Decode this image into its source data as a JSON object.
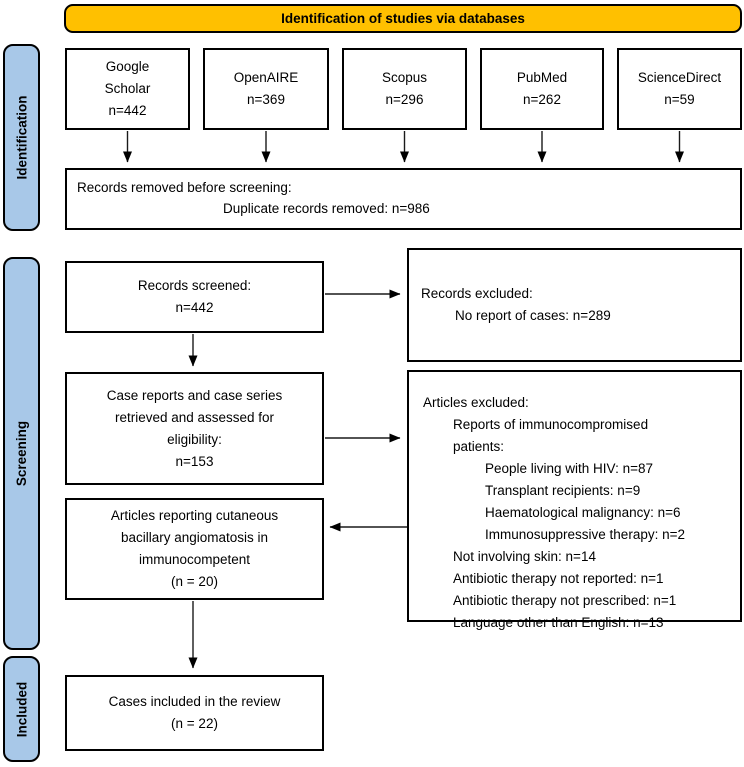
{
  "banner": {
    "label": "Identification of studies via databases"
  },
  "stages": [
    {
      "label": "Identification"
    },
    {
      "label": "Screening"
    },
    {
      "label": "Included"
    }
  ],
  "databases": [
    {
      "lines": [
        "Google",
        "Scholar",
        "n=442"
      ]
    },
    {
      "lines": [
        "OpenAIRE",
        "n=369"
      ]
    },
    {
      "lines": [
        "Scopus",
        "n=296"
      ]
    },
    {
      "lines": [
        "PubMed",
        "n=262"
      ]
    },
    {
      "lines": [
        "ScienceDirect",
        "n=59"
      ]
    }
  ],
  "boxes": {
    "records_removed": {
      "title": "Records removed before screening:",
      "detail": "Duplicate records removed: n=986"
    },
    "records_screened": {
      "lines": [
        "Records screened:",
        "n=442"
      ]
    },
    "records_excluded": {
      "title": "Records excluded:",
      "detail": "No report of cases: n=289"
    },
    "case_reports": {
      "lines": [
        "Case reports and case series",
        "retrieved and assessed for",
        "eligibility:",
        "n=153"
      ]
    },
    "articles_excluded": {
      "title": "Articles excluded:",
      "items": [
        {
          "text": "Reports of immunocompromised",
          "indent": 1
        },
        {
          "text": "patients:",
          "indent": 1
        },
        {
          "text": "People living with HIV: n=87",
          "indent": 2
        },
        {
          "text": "Transplant recipients: n=9",
          "indent": 2
        },
        {
          "text": "Haematological malignancy: n=6",
          "indent": 2
        },
        {
          "text": "Immunosuppressive therapy: n=2",
          "indent": 2
        },
        {
          "text": "Not involving skin: n=14",
          "indent": 1
        },
        {
          "text": "Antibiotic therapy not reported: n=1",
          "indent": 1
        },
        {
          "text": "Antibiotic therapy not prescribed: n=1",
          "indent": 1
        },
        {
          "text": "Language other than English: n=13",
          "indent": 1
        }
      ]
    },
    "articles_reporting": {
      "lines": [
        "Articles reporting cutaneous",
        "bacillary angiomatosis in",
        "immunocompetent",
        "(n = 20)"
      ]
    },
    "cases_included": {
      "lines": [
        "Cases included in the review",
        "(n = 22)"
      ]
    }
  },
  "colors": {
    "banner_bg": "#FFC000",
    "stage_tab_bg": "#A8C8E8",
    "border": "#000000"
  }
}
